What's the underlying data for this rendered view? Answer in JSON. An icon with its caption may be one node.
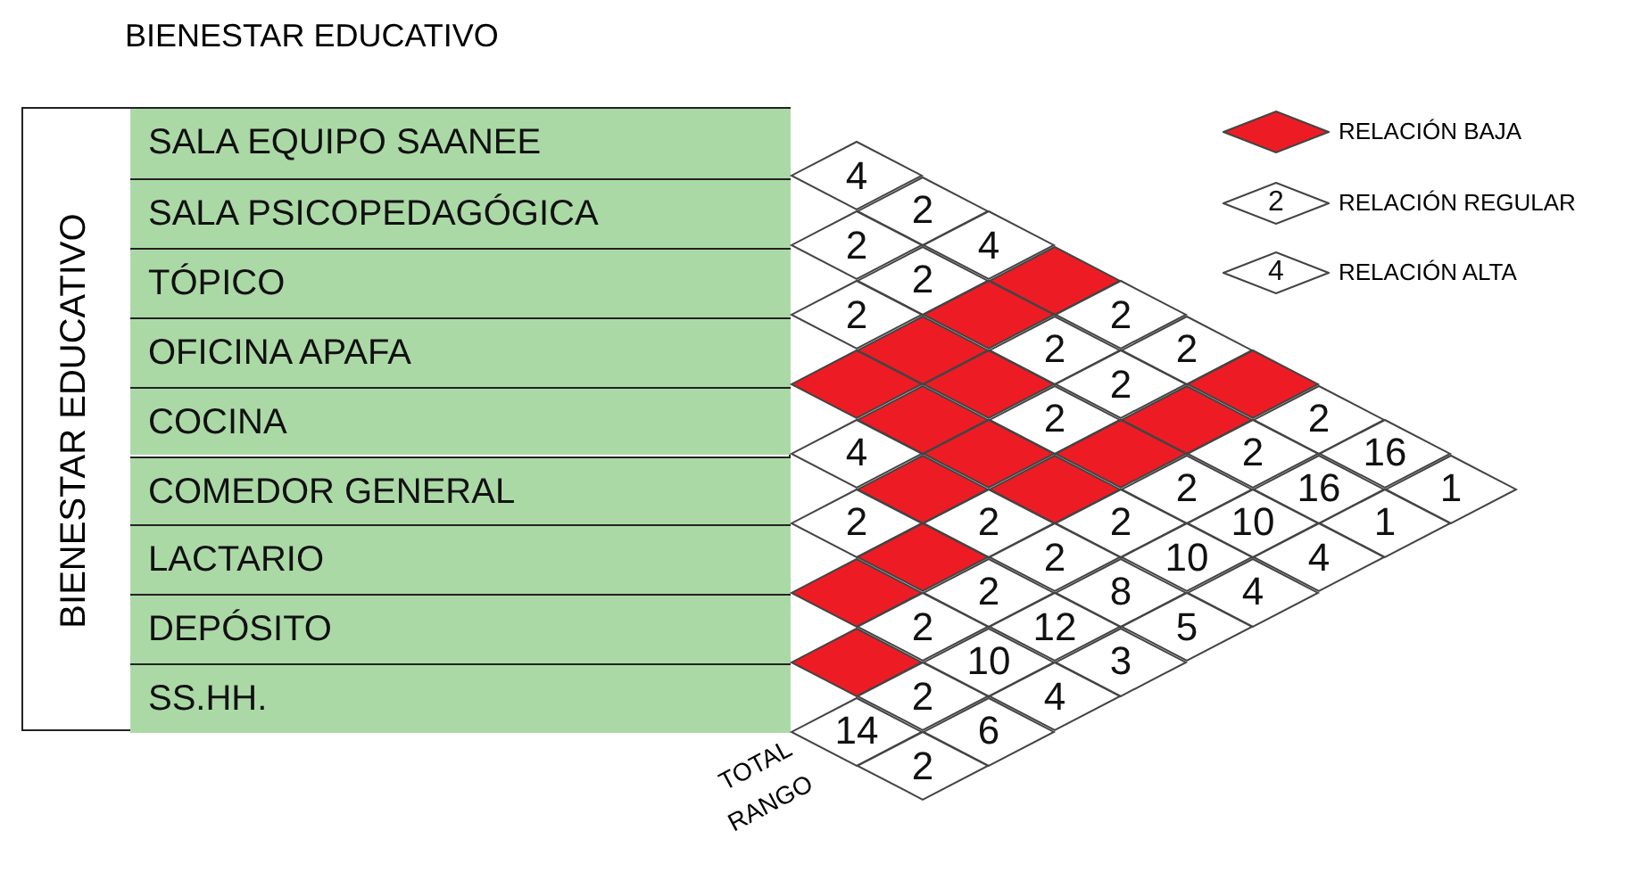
{
  "diagram": {
    "title": "BIENESTAR EDUCATIVO",
    "nodes": [
      {
        "text": [
          "BIENESTAR EDUCATIVO"
        ]
      },
      {
        "text": [
          "SALA EQUIPO SAANEE"
        ],
        "in": 0
      },
      {
        "text": [
          "SALA PSICOPEDAGÓGICA"
        ],
        "in": 0
      },
      {
        "text": [
          "TÓPICO"
        ],
        "in": 0
      },
      {
        "text": [
          "OFICINA APAFA"
        ],
        "in": 0
      },
      {
        "text": [
          "COCINA"
        ],
        "in": 0
      },
      {
        "text": [
          "COMEDOR GENERAL"
        ],
        "in": 0
      },
      {
        "text": [
          "LACTARIO"
        ],
        "in": 0
      },
      {
        "text": [
          "DEPÓSITO"
        ],
        "in": 0
      },
      {
        "text": [
          "SS.HH."
        ],
        "in": 0
      },
      {
        "text": [
          "4"
        ]
      },
      {
        "text": [
          "2"
        ]
      },
      {
        "text": [
          "2"
        ]
      },
      {
        "text": [
          "4"
        ]
      },
      {
        "text": [
          "2"
        ]
      },
      {
        "text": [],
        "shape": "diamond"
      },
      {
        "text": [
          "2"
        ]
      },
      {
        "text": [],
        "shape": "diamond"
      },
      {
        "text": [
          "2"
        ]
      },
      {
        "text": [],
        "shape": "diamond"
      },
      {
        "text": [
          "2"
        ]
      },
      {
        "text": [
          "2"
        ]
      },
      {
        "text": [],
        "shape": "diamond"
      },
      {
        "text": [],
        "shape": "diamond"
      },
      {
        "text": [
          "2"
        ]
      },
      {
        "text": [],
        "shape": "diamond"
      },
      {
        "text": [],
        "shape": "diamond"
      },
      {
        "text": [
          "2"
        ]
      },
      {
        "text": [],
        "shape": "diamond"
      },
      {
        "text": [
          "2"
        ]
      },
      {
        "text": [
          "4"
        ]
      },
      {
        "text": [],
        "shape": "diamond"
      },
      {
        "text": [],
        "shape": "diamond"
      },
      {
        "text": [
          "2"
        ]
      },
      {
        "text": [
          "16"
        ]
      },
      {
        "text": [],
        "shape": "diamond"
      },
      {
        "text": [],
        "shape": "diamond"
      },
      {
        "text": [
          "2"
        ]
      },
      {
        "text": [
          "16"
        ]
      },
      {
        "text": [
          "1"
        ]
      },
      {
        "text": [
          "2"
        ]
      },
      {
        "text": [
          "2"
        ]
      },
      {
        "text": [
          "2"
        ]
      },
      {
        "text": [
          "10"
        ]
      },
      {
        "text": [
          "1"
        ]
      },
      {
        "text": [],
        "shape": "diamond"
      },
      {
        "text": [
          "2"
        ]
      },
      {
        "text": [
          "10"
        ]
      },
      {
        "text": [
          "4"
        ]
      },
      {
        "text": [],
        "shape": "diamond"
      },
      {
        "text": [
          "2"
        ]
      },
      {
        "text": [
          "8"
        ]
      },
      {
        "text": [
          "4"
        ]
      },
      {
        "text": [
          "2"
        ]
      },
      {
        "text": [
          "12"
        ]
      },
      {
        "text": [
          "5"
        ]
      },
      {
        "text": [],
        "shape": "diamond"
      },
      {
        "text": [
          "10"
        ]
      },
      {
        "text": [
          "3"
        ]
      },
      {
        "text": [
          "2"
        ]
      },
      {
        "text": [
          "4"
        ]
      },
      {
        "text": [
          "14"
        ]
      },
      {
        "text": [
          "6"
        ]
      },
      {
        "text": [
          "2"
        ]
      }
    ],
    "labels": [
      "TOTAL",
      "RANGO",
      "2",
      "4"
    ],
    "legend": [
      {
        "text": "RELACIÓN BAJA",
        "color": "#ed1c24"
      },
      {
        "text": "RELACIÓN REGULAR"
      },
      {
        "text": "RELACIÓN ALTA"
      }
    ]
  }
}
